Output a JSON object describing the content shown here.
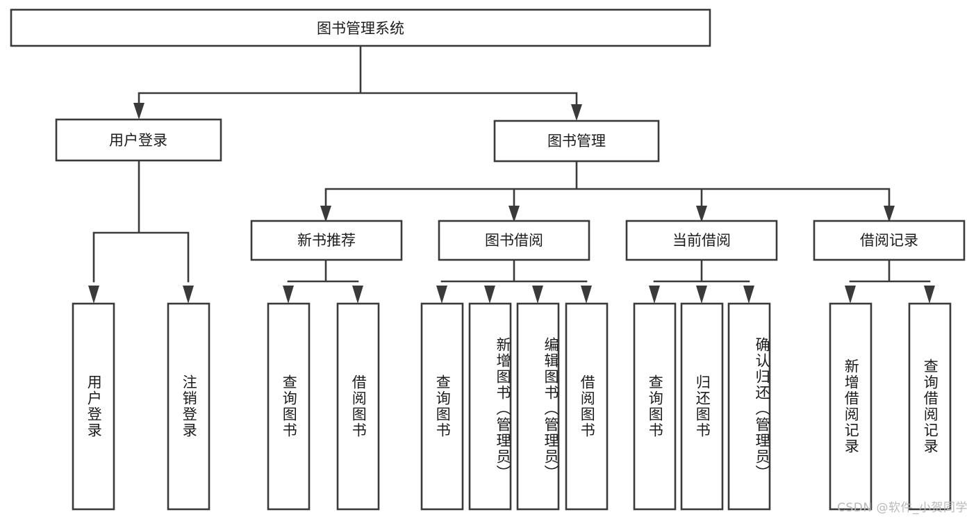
{
  "diagram": {
    "title": "图书管理系统",
    "type": "tree",
    "root": {
      "id": "root",
      "label": "图书管理系统"
    },
    "level1": [
      {
        "id": "user-login",
        "label": "用户登录"
      },
      {
        "id": "book-manage",
        "label": "图书管理"
      }
    ],
    "level2": [
      {
        "id": "new-book-rec",
        "label": "新书推荐",
        "parent": "book-manage"
      },
      {
        "id": "book-borrow",
        "label": "图书借阅",
        "parent": "book-manage"
      },
      {
        "id": "current-borrow",
        "label": "当前借阅",
        "parent": "book-manage"
      },
      {
        "id": "borrow-record",
        "label": "借阅记录",
        "parent": "book-manage"
      }
    ],
    "leaves": [
      {
        "id": "leaf-user-login",
        "label": "用户登录",
        "parent": "user-login"
      },
      {
        "id": "leaf-user-logout",
        "label": "注销登录",
        "parent": "user-login"
      },
      {
        "id": "leaf-query-book-rec",
        "label": "查询图书",
        "parent": "new-book-rec"
      },
      {
        "id": "leaf-borrow-book-rec",
        "label": "借阅图书",
        "parent": "new-book-rec"
      },
      {
        "id": "leaf-query-book-bb",
        "label": "查询图书",
        "parent": "book-borrow"
      },
      {
        "id": "leaf-add-book",
        "label": "新增图书（管理员）",
        "parent": "book-borrow"
      },
      {
        "id": "leaf-edit-book",
        "label": "编辑图书（管理员）",
        "parent": "book-borrow"
      },
      {
        "id": "leaf-borrow-book-bb",
        "label": "借阅图书",
        "parent": "book-borrow"
      },
      {
        "id": "leaf-query-book-cb",
        "label": "查询图书",
        "parent": "current-borrow"
      },
      {
        "id": "leaf-return-book",
        "label": "归还图书",
        "parent": "current-borrow"
      },
      {
        "id": "leaf-confirm-return",
        "label": "确认归还（管理员）",
        "parent": "current-borrow"
      },
      {
        "id": "leaf-add-record",
        "label": "新增借阅记录",
        "parent": "borrow-record"
      },
      {
        "id": "leaf-query-record",
        "label": "查询借阅记录",
        "parent": "borrow-record"
      }
    ],
    "colors": {
      "stroke": "#3a3a3a",
      "fill": "#ffffff",
      "text": "#1b1b1b",
      "watermark": "#b9b9b9"
    }
  },
  "watermark": {
    "text": "CSDN @软件_小贺同学"
  }
}
